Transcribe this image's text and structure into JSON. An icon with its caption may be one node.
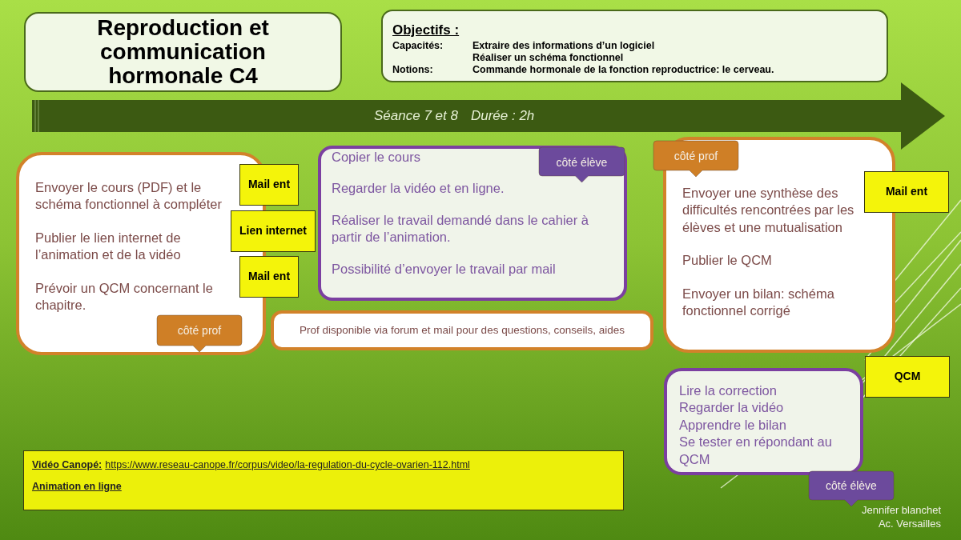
{
  "diagram": {
    "nodes": [
      {
        "text": [
          "Reproduction et communication hormonale C4"
        ]
      },
      {
        "text": [
          "Objectifs :",
          "Capacités:",
          "Extraire des informations d’un logiciel",
          "Réaliser un schéma fonctionnel",
          "Notions:",
          "Commande hormonale de la fonction reproductrice: le cerveau."
        ]
      },
      {
        "text": [
          "Séance 7 et 8",
          "Durée : 2h"
        ]
      },
      {
        "text": [
          "Envoyer le cours (PDF) et le schéma fonctionnel à compléter",
          "Publier le lien internet de l’animation et de la vidéo",
          "Prévoir un QCM concernant le chapitre."
        ]
      },
      {
        "text": [
          "côté prof"
        ],
        "in": 3
      },
      {
        "text": [
          "Mail ent"
        ]
      },
      {
        "text": [
          "Lien internet"
        ]
      },
      {
        "text": [
          "Mail ent"
        ]
      },
      {
        "text": [
          "Copier le cours",
          "Regarder la vidéo et en ligne.",
          "Réaliser le travail demandé dans le cahier à partir de l’animation.",
          "Possibilité d’envoyer le travail par mail"
        ]
      },
      {
        "text": [
          "côté élève"
        ],
        "in": 8
      },
      {
        "text": [
          "Prof disponible via forum et mail pour des questions, conseils, aides"
        ]
      },
      {
        "text": [
          "Envoyer une synthèse des difficultés rencontrées par les élèves et une mutualisation",
          "Publier le QCM",
          "Envoyer un bilan: schéma fonctionnel corrigé"
        ]
      },
      {
        "text": [
          "côté prof"
        ],
        "in": 11
      },
      {
        "text": [
          "Mail ent"
        ]
      },
      {
        "text": [
          "QCM"
        ]
      },
      {
        "text": [
          "Lire la correction",
          "Regarder la vidéo",
          "Apprendre le bilan",
          "Se tester en répondant au QCM"
        ]
      },
      {
        "text": [
          "côté élève"
        ]
      },
      {
        "text": [
          "Vidéo  Canopé:",
          "https://www.reseau-canope.fr/corpus/video/la-regulation-du-cycle-ovarien-112.html",
          "Animation en ligne"
        ]
      }
    ],
    "labels": [
      "Jennifer blanchet",
      "Ac. Versailles"
    ]
  }
}
